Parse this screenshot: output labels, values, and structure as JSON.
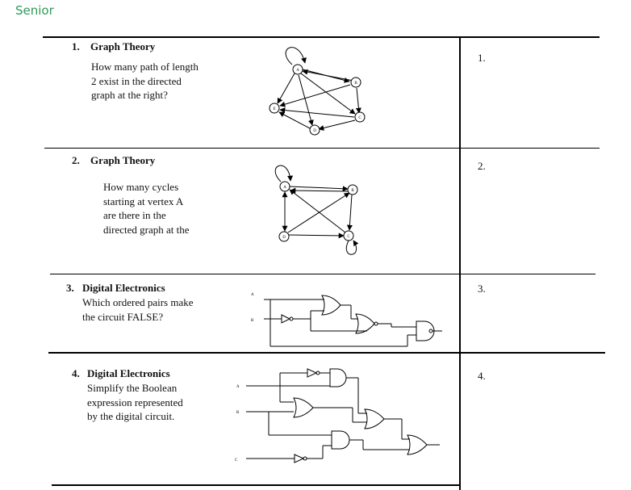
{
  "header": {
    "label": "Senior"
  },
  "questions": [
    {
      "number": "1.",
      "title": "Graph Theory",
      "text": [
        "How many path of length",
        "2 exist in the directed",
        "graph at the right?"
      ],
      "answer_label": "1.",
      "graph_nodes": [
        "A",
        "B",
        "C",
        "D",
        "E"
      ]
    },
    {
      "number": "2.",
      "title": "Graph Theory",
      "text": [
        "How many cycles",
        "starting at vertex A",
        "are there in the",
        "directed graph at the"
      ],
      "answer_label": "2.",
      "graph_nodes": [
        "A",
        "B",
        "C",
        "D"
      ]
    },
    {
      "number": "3.",
      "title": "Digital Electronics",
      "text": [
        "Which ordered pairs make",
        "the circuit FALSE?"
      ],
      "answer_label": "3.",
      "inputs": [
        "A",
        "B"
      ]
    },
    {
      "number": "4.",
      "title": "Digital Electronics",
      "text": [
        "Simplify the Boolean",
        "expression represented",
        "by the digital circuit."
      ],
      "answer_label": "4.",
      "inputs": [
        "A",
        "B",
        "C"
      ]
    }
  ]
}
